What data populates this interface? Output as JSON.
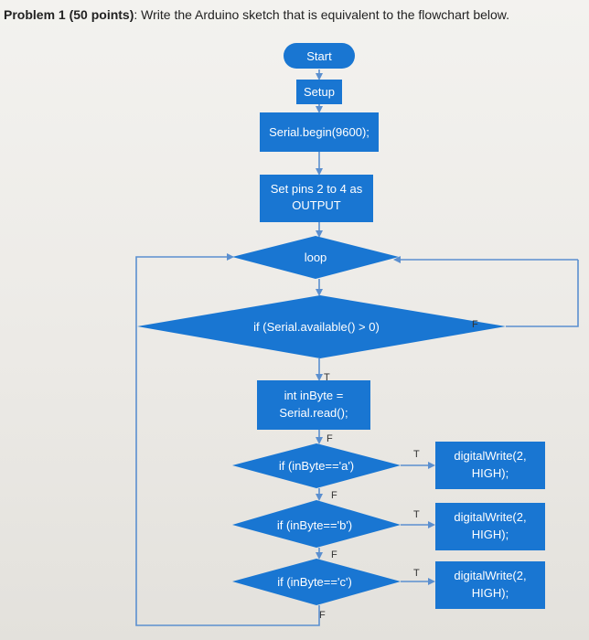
{
  "problem": {
    "number": "Problem 1",
    "points": "(50 points)",
    "text": ": Write the Arduino sketch that is equivalent to the flowchart below."
  },
  "colors": {
    "node_fill": "#1976d2",
    "edge": "#5b8fcf",
    "background": "#efeeeb"
  },
  "nodes": {
    "start": "Start",
    "setup": "Setup",
    "serial_begin": "Serial.begin(9600);",
    "set_pins_line1": "Set pins 2 to 4 as",
    "set_pins_line2": "OUTPUT",
    "loop": "loop",
    "if_available": "if (Serial.available() > 0)",
    "read_line1": "int inByte =",
    "read_line2": "Serial.read();",
    "if_a": "if (inByte=='a')",
    "if_b": "if (inByte=='b')",
    "if_c": "if (inByte=='c')",
    "write_a_line1": "digitalWrite(2,",
    "write_a_line2": "HIGH);",
    "write_b_line1": "digitalWrite(2,",
    "write_b_line2": "HIGH);",
    "write_c_line1": "digitalWrite(2,",
    "write_c_line2": "HIGH);"
  },
  "edge_labels": {
    "available_true": "T",
    "available_false": "F",
    "a_true": "T",
    "a_false": "F",
    "b_true": "T",
    "b_false": "F",
    "c_true": "T",
    "c_false": "F",
    "read_to_a": "F"
  }
}
